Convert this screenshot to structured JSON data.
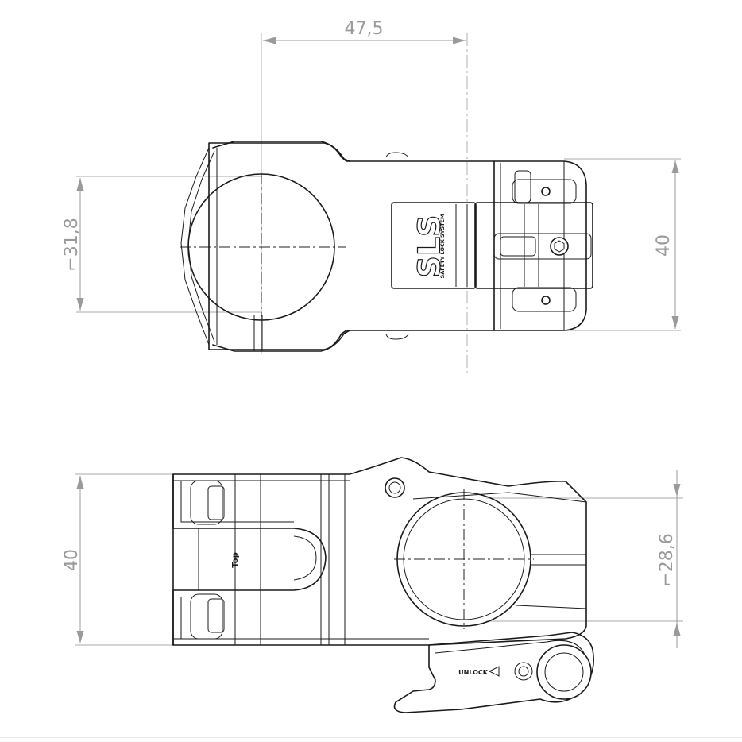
{
  "dimensions": {
    "length": "47,5",
    "clamp_diameter": "⌐31,8",
    "clamp_width_top": "40",
    "clamp_width_bottom": "40",
    "steerer_diameter": "⌐28,6"
  },
  "markings": {
    "logo": "SLS",
    "logo_subtitle": "SAFETY LOCK SYSTEM",
    "top_label": "Top",
    "unlock_label": "UNLOCK"
  }
}
